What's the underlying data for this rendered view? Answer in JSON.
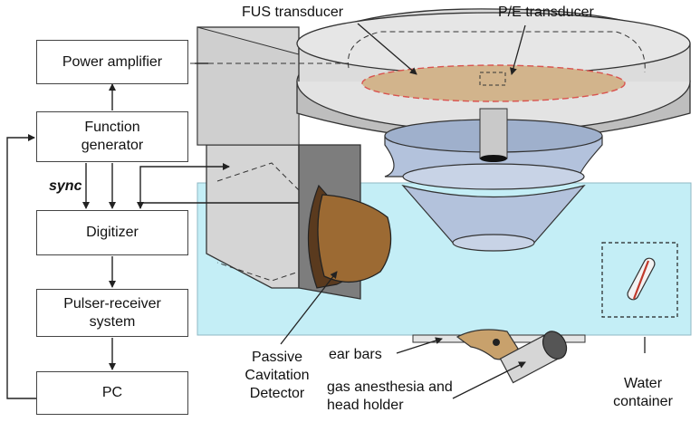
{
  "blocks": {
    "power_amplifier": "Power amplifier",
    "function_generator": "Function generator",
    "digitizer": "Digitizer",
    "pulser_receiver": "Pulser-receiver system",
    "pc": "PC"
  },
  "labels": {
    "sync": "sync",
    "fus_transducer": "FUS transducer",
    "pe_transducer": "P/E transducer",
    "passive_cavitation_detector": "Passive Cavitation Detector",
    "ear_bars": "ear bars",
    "gas_anesthesia": "gas anesthesia and head holder",
    "water_container": "Water container"
  },
  "colors": {
    "water": "#c4eef6",
    "housing": "#d7d7d7",
    "cone": "#b3c2dc",
    "detector": "#9c6a33",
    "transducer_face": "#d2b48c",
    "dashed_red": "#d9534f"
  }
}
